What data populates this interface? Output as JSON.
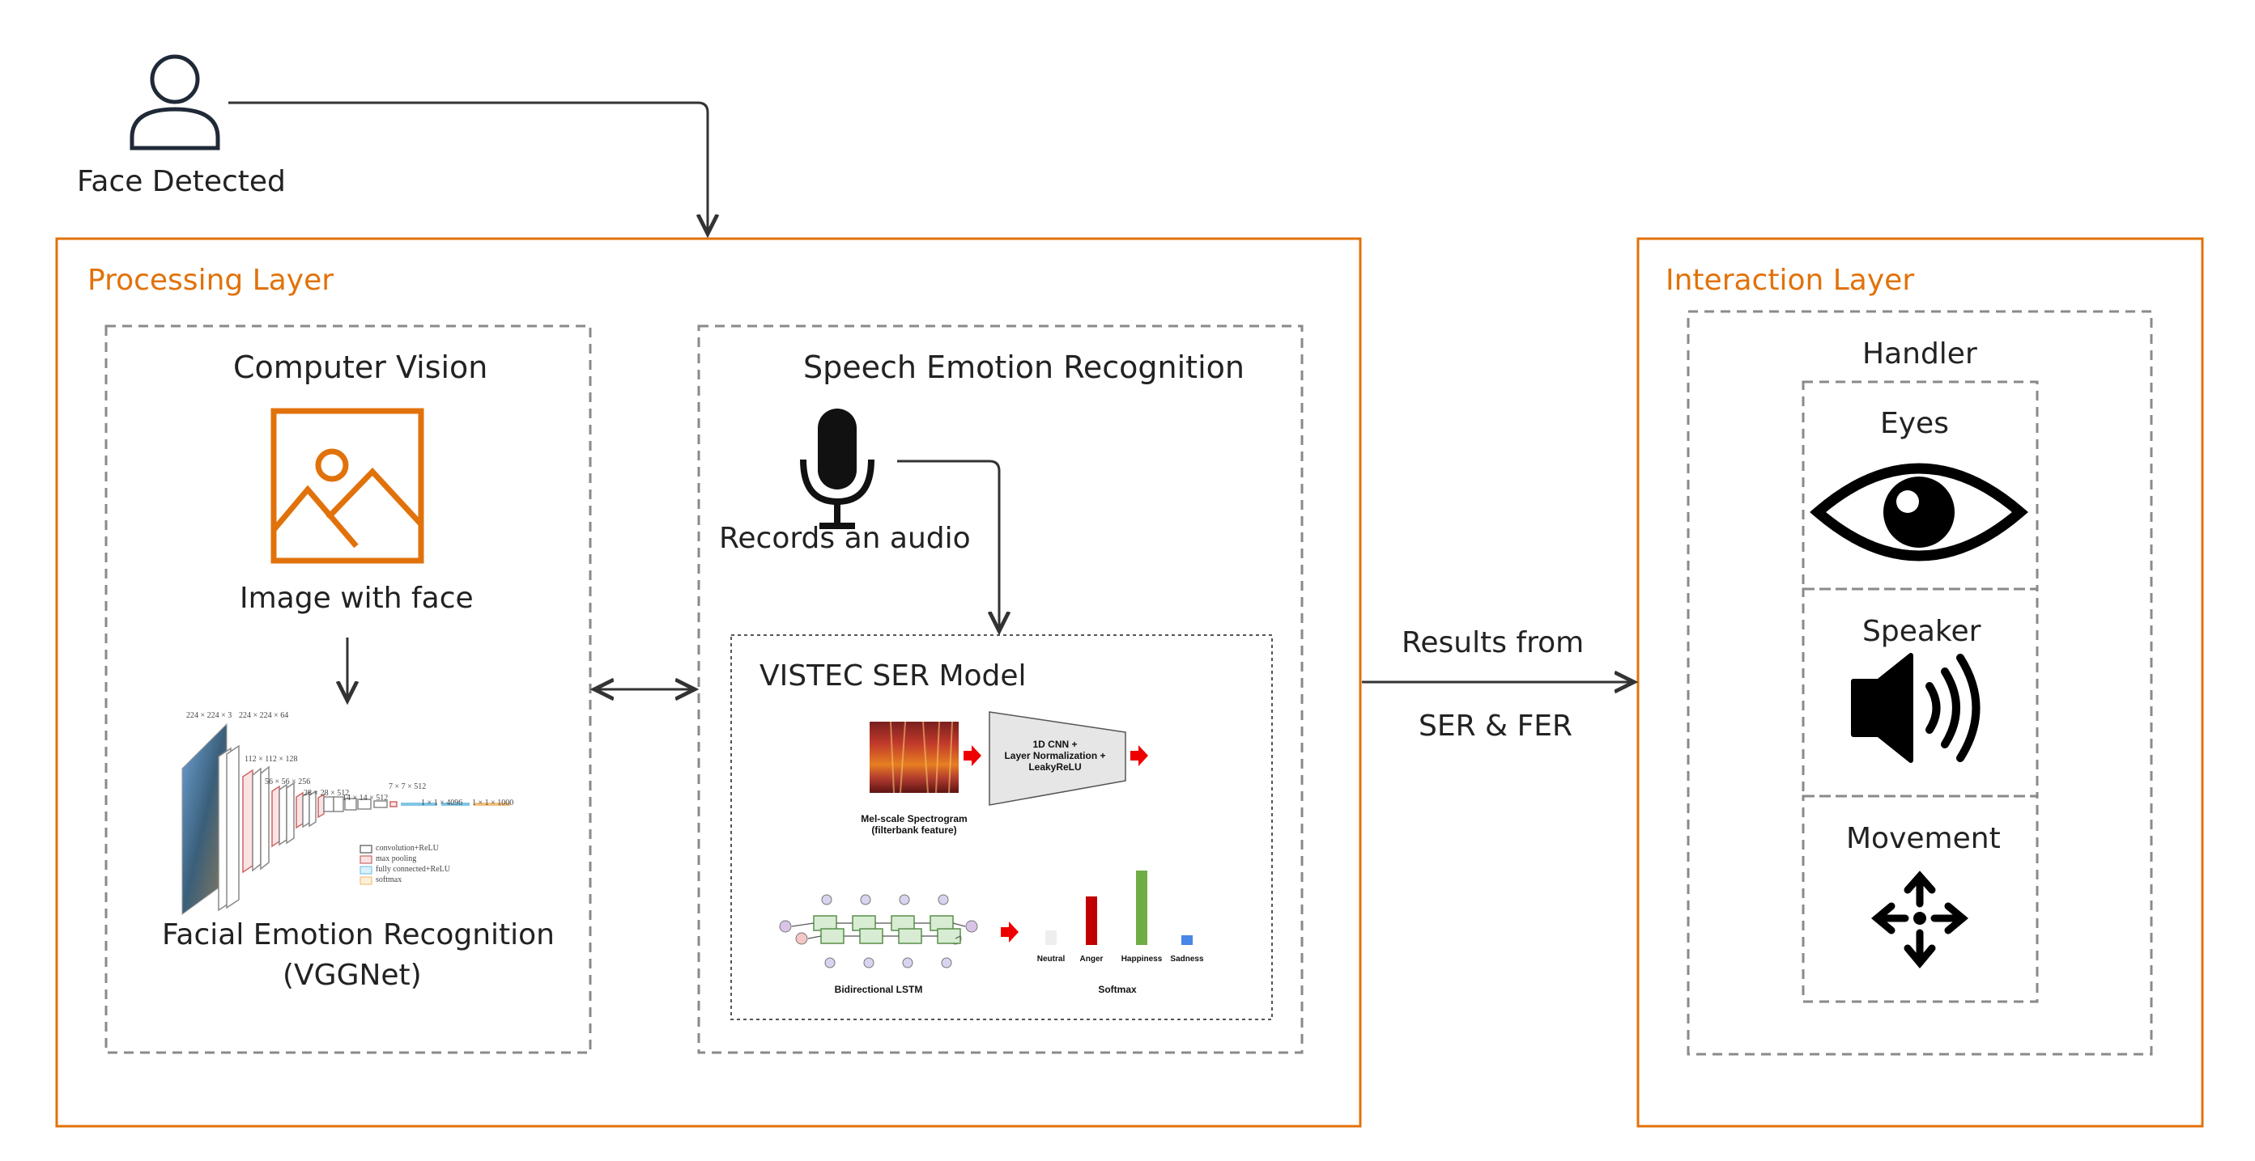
{
  "face_detected": {
    "label": "Face Detected"
  },
  "processing_layer": {
    "title": "Processing Layer",
    "computer_vision": {
      "title": "Computer Vision",
      "image_label": "Image with face",
      "vgg": {
        "dims": [
          "224 × 224 × 3",
          "224 × 224 × 64",
          "112 × 112 × 128",
          "56 × 56 × 256",
          "28 × 28 × 512",
          "14 × 14 × 512",
          "7 × 7 × 512",
          "1 × 1 × 4096",
          "1 × 1 × 1000"
        ],
        "legend": [
          "convolution+ReLU",
          "max pooling",
          "fully connected+ReLU",
          "softmax"
        ]
      },
      "fer_label_1": "Facial Emotion Recognition",
      "fer_label_2": "(VGGNet)"
    },
    "speech": {
      "title": "Speech Emotion Recognition",
      "record_label": "Records an audio",
      "model": {
        "title": "VISTEC SER Model",
        "cnn_block": "1D CNN +\nLayer Normalization +\nLeakyReLU",
        "spectrogram_label": "Mel-scale Spectrogram\n(filterbank feature)",
        "lstm_label": "Bidirectional LSTM",
        "softmax_label": "Softmax",
        "softmax_classes": [
          {
            "name": "Neutral",
            "value": 0.18,
            "color": "#eeeeee"
          },
          {
            "name": "Anger",
            "value": 0.6,
            "color": "#c00000"
          },
          {
            "name": "Happiness",
            "value": 0.92,
            "color": "#70ad47"
          },
          {
            "name": "Sadness",
            "value": 0.12,
            "color": "#4a86e8"
          }
        ]
      }
    }
  },
  "link": {
    "line1": "Results from",
    "line2": "SER & FER"
  },
  "interaction_layer": {
    "title": "Interaction Layer",
    "handler": {
      "title": "Handler",
      "items": [
        {
          "label": "Eyes",
          "icon": "eye-icon"
        },
        {
          "label": "Speaker",
          "icon": "speaker-icon"
        },
        {
          "label": "Movement",
          "icon": "move-icon"
        }
      ]
    }
  },
  "colors": {
    "accent": "#e1720b",
    "dashed": "#8a8a8a",
    "dark": "#1f2937"
  }
}
